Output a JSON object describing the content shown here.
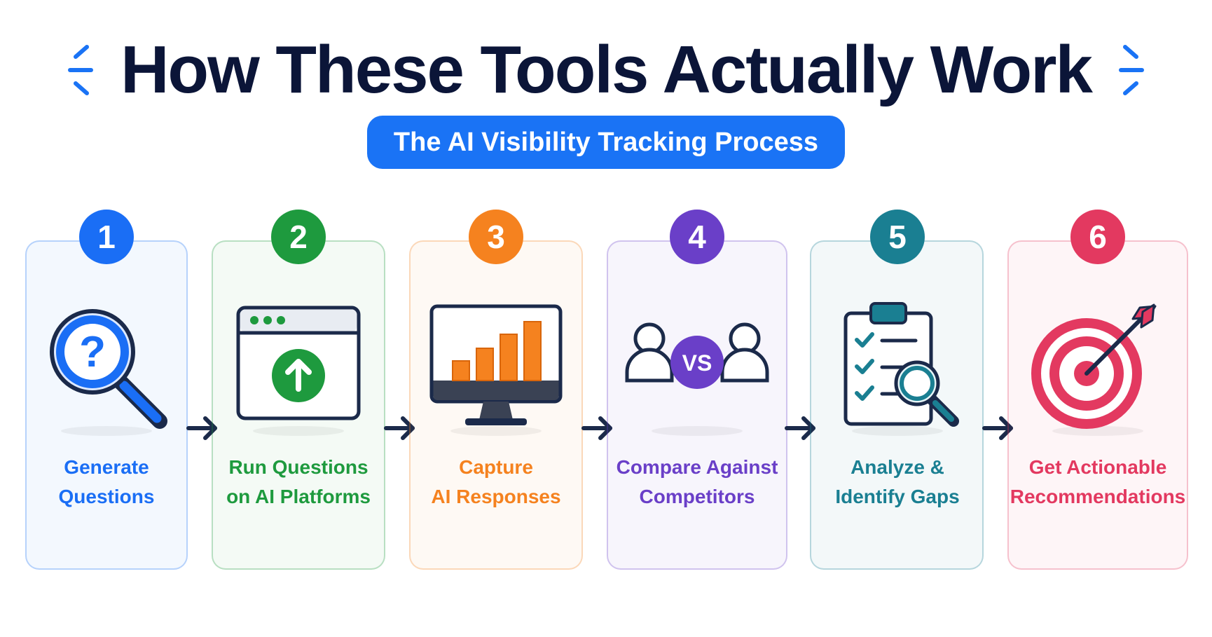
{
  "header": {
    "title": "How These Tools Actually Work",
    "subtitle": "The AI Visibility Tracking Process"
  },
  "colors": {
    "title": "#0b1538",
    "accent": "#1a73f5"
  },
  "steps": [
    {
      "number": "1",
      "line1": "Generate",
      "line2": "Questions",
      "color": "#1a6ef5",
      "icon": "magnifier-question-icon"
    },
    {
      "number": "2",
      "line1": "Run Questions",
      "line2": "on AI Platforms",
      "color": "#1e9a3e",
      "icon": "browser-upload-icon"
    },
    {
      "number": "3",
      "line1": "Capture",
      "line2": "AI Responses",
      "color": "#f5821f",
      "icon": "monitor-bar-chart-icon"
    },
    {
      "number": "4",
      "line1": "Compare Against",
      "line2": "Competitors",
      "color": "#6a3fc8",
      "icon": "users-versus-icon",
      "vs_text": "VS"
    },
    {
      "number": "5",
      "line1": "Analyze &",
      "line2": "Identify Gaps",
      "color": "#1a7f92",
      "icon": "clipboard-magnifier-icon"
    },
    {
      "number": "6",
      "line1": "Get Actionable",
      "line2": "Recommendations",
      "color": "#e33960",
      "icon": "target-arrow-icon"
    }
  ]
}
